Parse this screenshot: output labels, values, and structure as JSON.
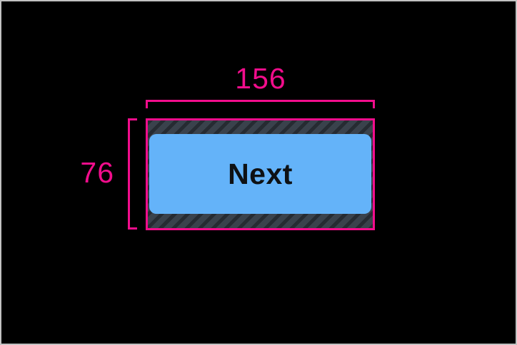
{
  "overlay": {
    "width_label": "156",
    "height_label": "76"
  },
  "button": {
    "label": "Next"
  },
  "colors": {
    "background": "#000000",
    "frame_border": "#C2C2C2",
    "highlight_pink": "#F20D8C",
    "button_blue": "#64B3F9",
    "button_text": "#0E1114",
    "hatch_base": "#3A424C",
    "hatch_stripe": "#262B32"
  }
}
